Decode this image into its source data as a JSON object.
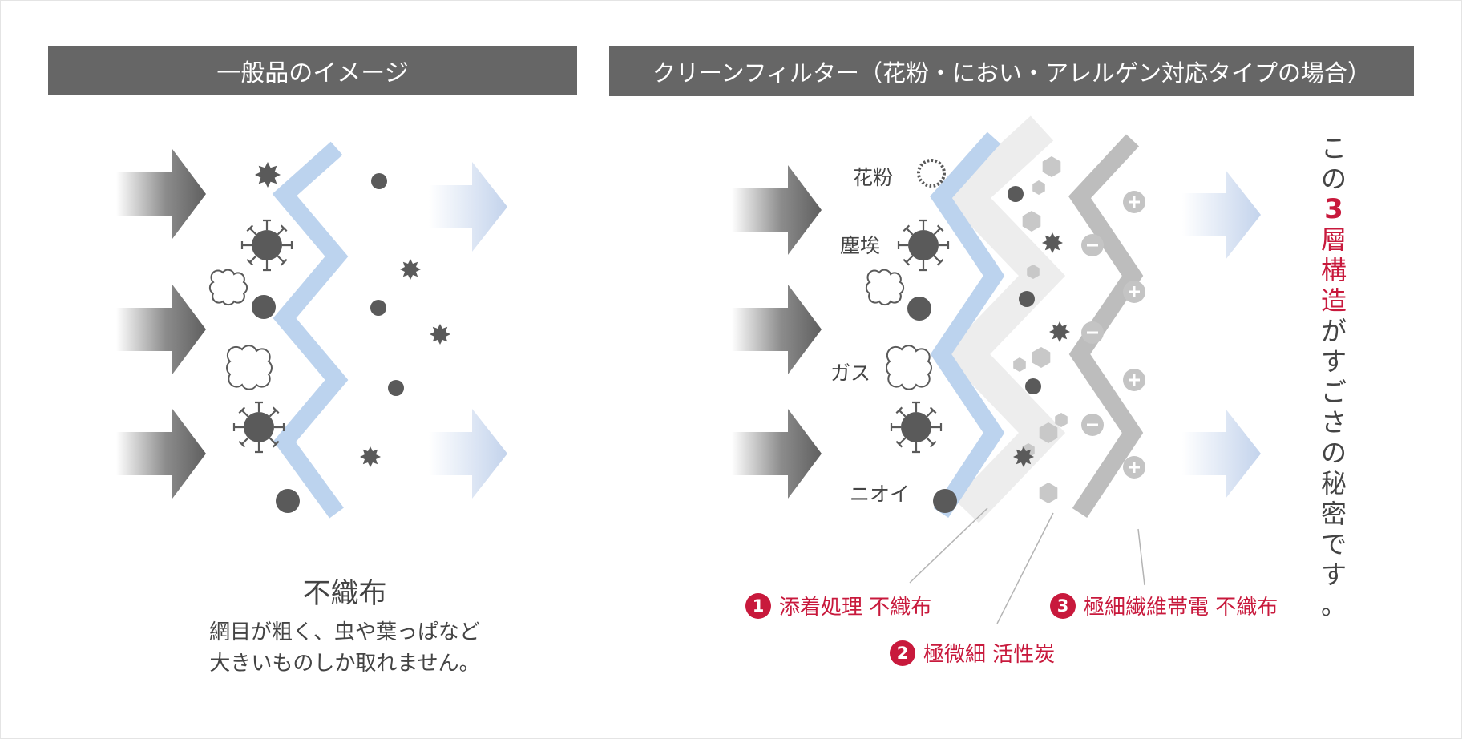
{
  "headers": {
    "left": "一般品のイメージ",
    "right": "クリーンフィルター（花粉・におい・アレルゲン対応タイプの場合）"
  },
  "left_panel": {
    "title": "不織布",
    "description_line1": "網目が粗く、虫や葉っぱなど",
    "description_line2": "大きいものしか取れません。"
  },
  "right_panel": {
    "particle_labels": [
      "花粉",
      "塵埃",
      "ガス",
      "ニオイ"
    ],
    "layers": [
      {
        "number": "1",
        "label": "添着処理 不織布"
      },
      {
        "number": "2",
        "label": "極微細 活性炭"
      },
      {
        "number": "3",
        "label": "極細繊維帯電 不織布"
      }
    ],
    "vertical_text": {
      "part1": "この",
      "number": "3",
      "part2": "層構造",
      "part3": "がすごさの秘密です。"
    }
  },
  "colors": {
    "header_bg": "#666666",
    "accent": "#c8193c",
    "filter_blue": "#bcd3ee",
    "carbon_gray": "#ededed",
    "electret_gray": "#bdbdbd",
    "particle": "#5a5a5a"
  }
}
